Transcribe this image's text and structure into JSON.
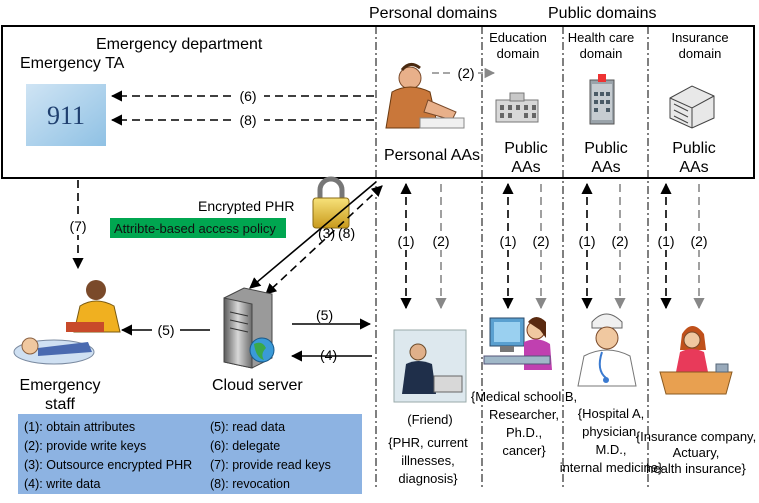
{
  "headers": {
    "personal_domains": "Personal domains",
    "public_domains": "Public domains"
  },
  "emergency": {
    "department": "Emergency department",
    "ta": "Emergency TA",
    "logo_text": "911",
    "staff": "Emergency staff"
  },
  "domains": {
    "education": "Education domain",
    "health": "Health care domain",
    "insurance": "Insurance domain"
  },
  "aas": {
    "personal": "Personal AAs",
    "public": "Public AAs"
  },
  "center": {
    "encrypted_phr": "Encrypted PHR",
    "policy": "Attribte-based access policy",
    "cloud": "Cloud server"
  },
  "arrows": {
    "a1": "(1)",
    "a2": "(2)",
    "a3": "(3)",
    "a4": "(4)",
    "a5": "(5)",
    "a6": "(6)",
    "a7": "(7)",
    "a8": "(8)"
  },
  "people": {
    "friend": "(Friend)",
    "friend_attrs": "{PHR, current illnesses, diagnosis}",
    "medical_school": "{Medical school B, Researcher, Ph.D., cancer}",
    "hospital": "{Hospital A, physician, M.D., internal medicine}",
    "insurance_company": "{Insurance company, Actuary, health insurance}"
  },
  "legend": [
    "(1): obtain attributes",
    "(2): provide write keys",
    "(3): Outsource encrypted PHR",
    "(4): write data",
    "(5): read data",
    "(6): delegate",
    "(7): provide read keys",
    "(8): revocation"
  ],
  "colors": {
    "legend_bg": "#8db3e2",
    "policy_bg": "#00a650",
    "gray_arrow": "#888888"
  }
}
